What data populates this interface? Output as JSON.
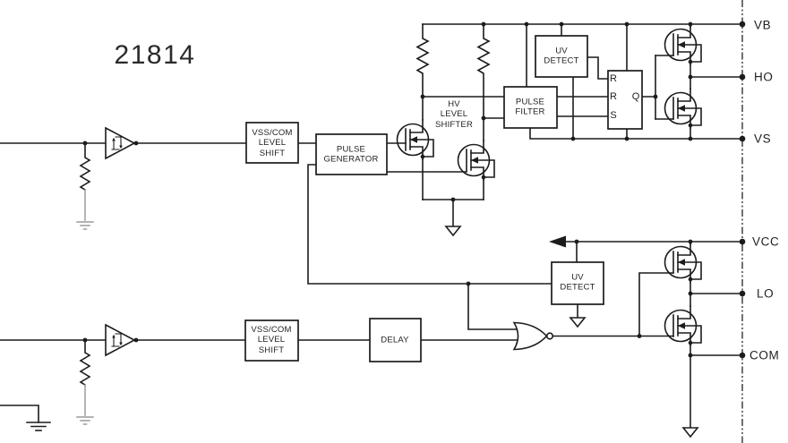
{
  "diagram": {
    "chip_id": "21814",
    "blocks": {
      "vss_com_level_shift_high": "VSS/COM\nLEVEL\nSHIFT",
      "pulse_generator": "PULSE\nGENERATOR",
      "hv_level_shifter": "HV\nLEVEL\nSHIFTER",
      "pulse_filter": "PULSE\nFILTER",
      "uv_detect_high": "UV\nDETECT",
      "uv_detect_low": "UV\nDETECT",
      "delay": "DELAY",
      "vss_com_level_shift_low": "VSS/COM\nLEVEL\nSHIFT"
    },
    "latch": {
      "r_top": "R",
      "r_mid": "R",
      "s_in": "S",
      "q_out": "Q"
    },
    "pins": {
      "vb": "VB",
      "ho": "HO",
      "vs": "VS",
      "vcc": "VCC",
      "lo": "LO",
      "com": "COM"
    },
    "colors": {
      "wire": "#1c1c1c",
      "muted": "#9a9a9a",
      "background": "#ffffff"
    }
  }
}
